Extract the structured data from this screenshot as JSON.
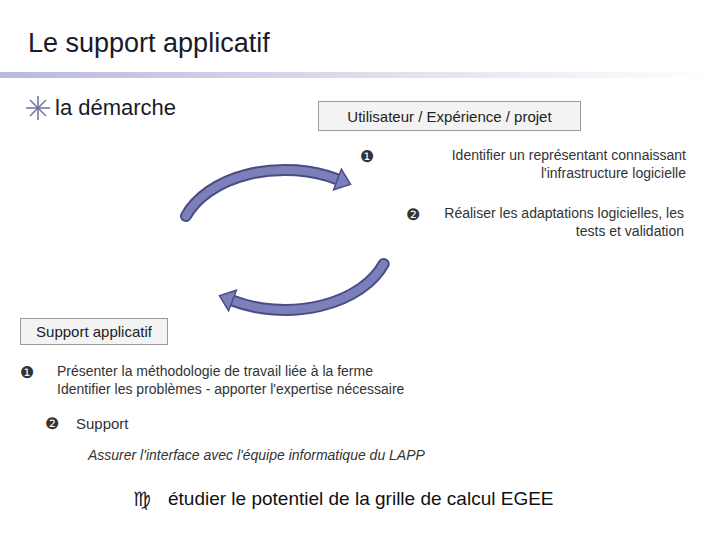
{
  "diagram": {
    "title": "Le support applicatif",
    "nodes": [
      {
        "text": [
          "Utilisateur / Expérience / projet"
        ]
      },
      {
        "text": [
          "Support applicatif"
        ]
      }
    ],
    "labels": [
      "la démarche",
      "❶",
      "Identifier un représentant connaissant l'infrastructure logicielle",
      "❷",
      "Réaliser les adaptations logicielles, les tests et validation",
      "❶",
      "Présenter la méthodologie de travail liée à la ferme",
      "Identifier les problèmes - apporter l'expertise nécessaire",
      "❷",
      "Support",
      "Assurer l'interface avec l'équipe informatique du LAPP",
      "♍",
      "étudier le potentiel de la grille de calcul EGEE"
    ]
  }
}
